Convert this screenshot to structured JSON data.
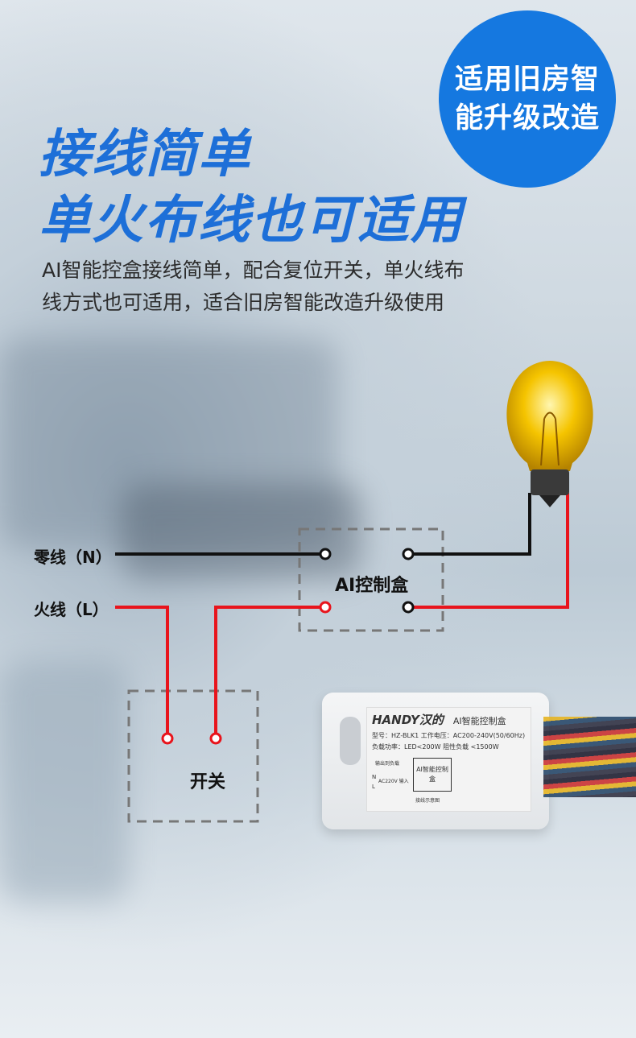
{
  "badge": {
    "line1": "适用旧房智",
    "line2": "能升级改造"
  },
  "headline": {
    "line1": "接线简单",
    "line2": "单火布线也可适用"
  },
  "description": {
    "line1": "AI智能控盒接线简单，配合复位开关，单火线布",
    "line2": "线方式也可适用，适合旧房智能改造升级使用"
  },
  "diagram": {
    "neutral_label": "零线（N）",
    "live_label": "火线（L）",
    "controller_label": "AI控制盒",
    "switch_label": "开关"
  },
  "product": {
    "brand": "HANDY汉的",
    "name": "AI智能控制盒",
    "model": "型号：HZ-BLK1   工作电压：AC200-240V(50/60Hz)",
    "load": "负载功率：LED<200W  阻性负载 <1500W",
    "inner": "AI智能控制盒",
    "out_label": "输出到负载",
    "in_label": "AC220V 输入",
    "n": "N",
    "l": "L",
    "caption": "接线示意图"
  },
  "colors": {
    "accent": "#1578e0",
    "live_wire": "#e8141c",
    "neutral_wire": "#111111"
  }
}
